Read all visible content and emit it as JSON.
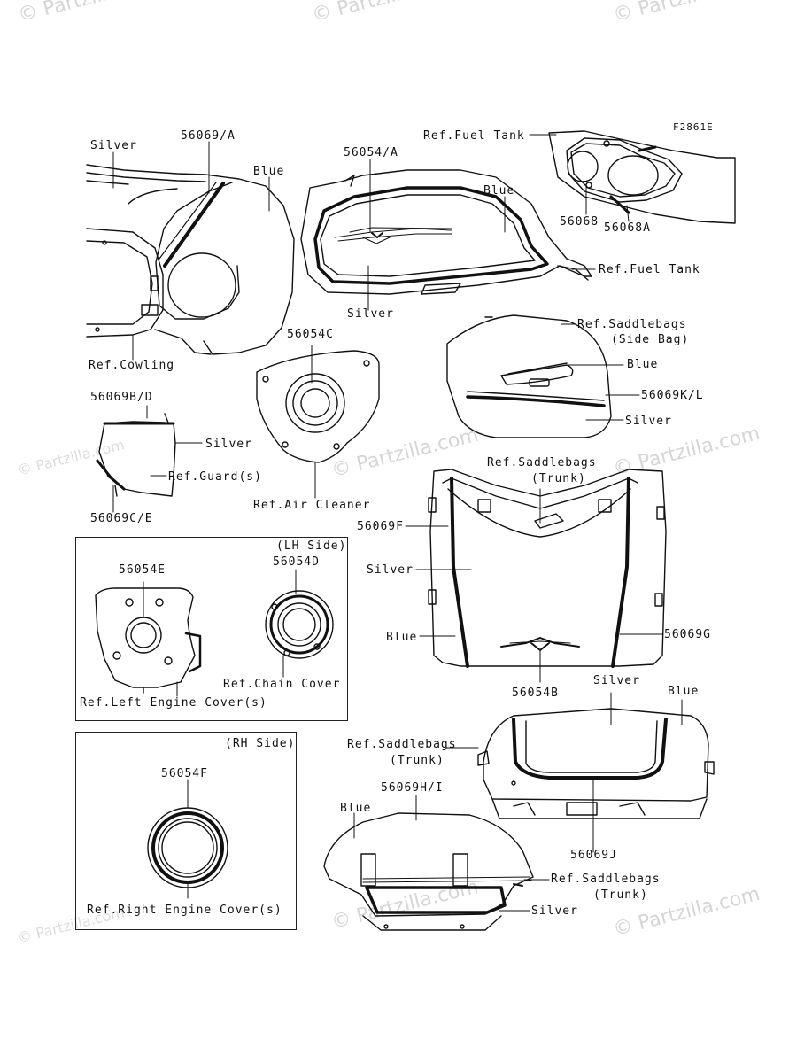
{
  "diagram_code": "F2861E",
  "watermark": "© Partzilla.com",
  "sections": {
    "lh_side": "(LH Side)",
    "rh_side": "(RH Side)"
  },
  "labels": {
    "silver_cowling": "Silver",
    "part_56069_A": "56069/A",
    "blue_cowling": "Blue",
    "ref_cowling": "Ref.Cowling",
    "part_56054_A": "56054/A",
    "blue_tank": "Blue",
    "silver_tank": "Silver",
    "ref_fuel_tank_top": "Ref.Fuel Tank",
    "ref_fuel_tank_side": "Ref.Fuel Tank",
    "part_56068": "56068",
    "part_56068A": "56068A",
    "part_56054C": "56054C",
    "ref_air_cleaner": "Ref.Air Cleaner",
    "part_56069B_D": "56069B/D",
    "silver_guard": "Silver",
    "ref_guard": "Ref.Guard(s)",
    "part_56069C_E": "56069C/E",
    "ref_saddlebags_side_1": "Ref.Saddlebags",
    "ref_saddlebags_side_2": "(Side Bag)",
    "blue_sidebag": "Blue",
    "part_56069K_L": "56069K/L",
    "silver_sidebag": "Silver",
    "ref_saddlebags_trunk_top_1": "Ref.Saddlebags",
    "ref_saddlebags_trunk_top_2": "(Trunk)",
    "part_56069F": "56069F",
    "silver_trunk": "Silver",
    "blue_trunk": "Blue",
    "part_56069G": "56069G",
    "part_56054B": "56054B",
    "part_56054E": "56054E",
    "part_56054D": "56054D",
    "ref_chain_cover": "Ref.Chain Cover",
    "ref_left_engine_cover": "Ref.Left Engine Cover(s)",
    "part_56054F": "56054F",
    "ref_right_engine_cover": "Ref.Right Engine Cover(s)",
    "silver_trunk_rear": "Silver",
    "blue_trunk_rear": "Blue",
    "ref_saddlebags_trunk_mid_1": "Ref.Saddlebags",
    "ref_saddlebags_trunk_mid_2": "(Trunk)",
    "part_56069H_I": "56069H/I",
    "blue_trunk_side": "Blue",
    "part_56069J": "56069J",
    "ref_saddlebags_trunk_bot_1": "Ref.Saddlebags",
    "ref_saddlebags_trunk_bot_2": "(Trunk)",
    "silver_trunk_side": "Silver"
  }
}
